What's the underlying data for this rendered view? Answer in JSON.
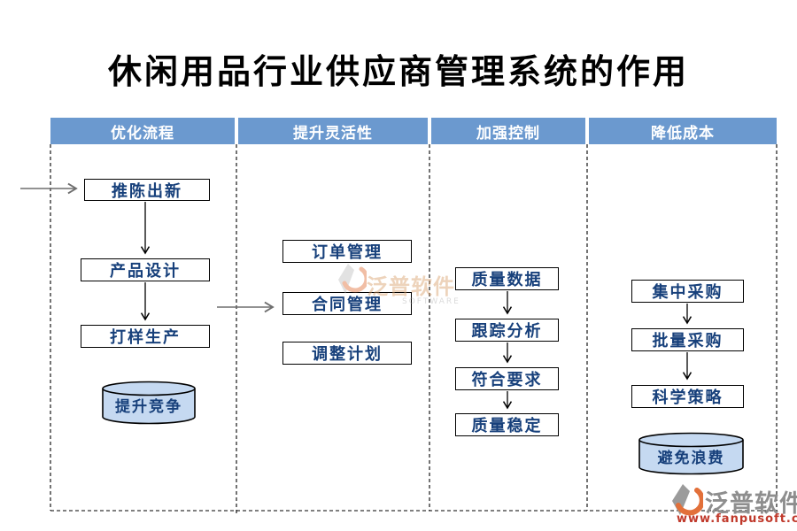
{
  "title": "休闲用品行业供应商管理系统的作用",
  "columns": [
    {
      "header": "优化流程",
      "nodes": [
        {
          "label": "推陈出新",
          "type": "box"
        },
        {
          "label": "产品设计",
          "type": "box"
        },
        {
          "label": "打样生产",
          "type": "box"
        },
        {
          "label": "提升竞争",
          "type": "cylinder"
        }
      ]
    },
    {
      "header": "提升灵活性",
      "nodes": [
        {
          "label": "订单管理",
          "type": "box"
        },
        {
          "label": "合同管理",
          "type": "box"
        },
        {
          "label": "调整计划",
          "type": "box"
        }
      ]
    },
    {
      "header": "加强控制",
      "nodes": [
        {
          "label": "质量数据",
          "type": "box"
        },
        {
          "label": "跟踪分析",
          "type": "box"
        },
        {
          "label": "符合要求",
          "type": "box"
        },
        {
          "label": "质量稳定",
          "type": "box"
        }
      ]
    },
    {
      "header": "降低成本",
      "nodes": [
        {
          "label": "集中采购",
          "type": "box"
        },
        {
          "label": "批量采购",
          "type": "box"
        },
        {
          "label": "科学策略",
          "type": "box"
        },
        {
          "label": "避免浪费",
          "type": "cylinder"
        }
      ]
    }
  ],
  "watermark": {
    "brand": "泛普软件",
    "subtext": "SOFTWARE",
    "url": "www.fanpusoft.com"
  },
  "colors": {
    "header_bg": "#6B99CF",
    "node_text": "#17407B",
    "cylinder_fill": "#C5D9F1",
    "connector_black": "#000000",
    "connector_gray": "#6E6E6E",
    "watermark_gray": "#8E8E8E",
    "watermark_orange": "#E2703A",
    "url_red": "#C0392B"
  }
}
